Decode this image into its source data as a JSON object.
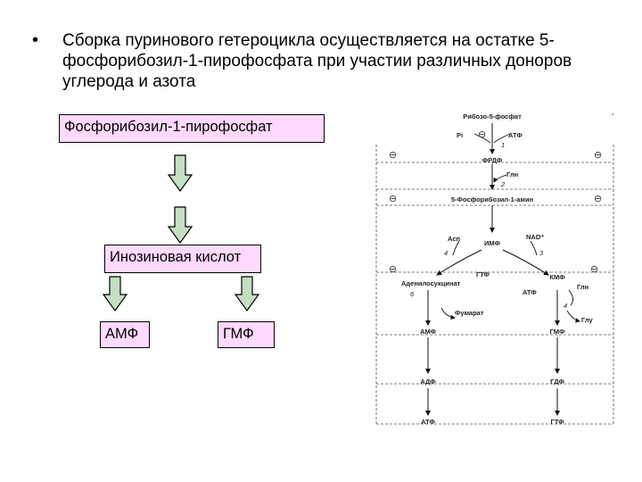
{
  "slide": {
    "bullet_glyph": "•",
    "text": "Сборка пуринового гетероцикла осуществляется на остатке 5-фосфорибозил-1-пирофосфата при участии различных доноров углерода и азота"
  },
  "flow": {
    "box1": "Фосфорибозил-1-пирофосфат",
    "box2": "Инозиновая кислот",
    "box3": "АМФ",
    "box4": "ГМФ",
    "arrow_color": "#c4dfc4"
  },
  "scheme": {
    "ribose": "Рибозо-5-фосфат",
    "pi": "Pi",
    "atf_top": "АТФ",
    "step1": "1",
    "frdf": "ФРДФ",
    "gln1": "Глн",
    "step2": "2",
    "pra": "5-Фосфорибозил-1-амин",
    "asp": "Асп",
    "imf": "ИМФ",
    "nad": "NAD⁺",
    "step4": "4",
    "step3": "3",
    "gtf_mid": "ГТФ",
    "adenylosucc": "Аденилосукцинат",
    "kmf": "КМФ",
    "step6": "6",
    "atf_right": "АТФ",
    "gln2": "Глн",
    "step4b": "4",
    "fumarate": "Фумарат",
    "glu": "Глу",
    "amf": "АМФ",
    "gmf": "ГМФ",
    "adf": "АДФ",
    "gdf": "ГДФ",
    "atf_bottom": "АТФ",
    "gtf_bottom": "ГТФ",
    "inhibitor": "⊖",
    "corner_mark": "-"
  }
}
